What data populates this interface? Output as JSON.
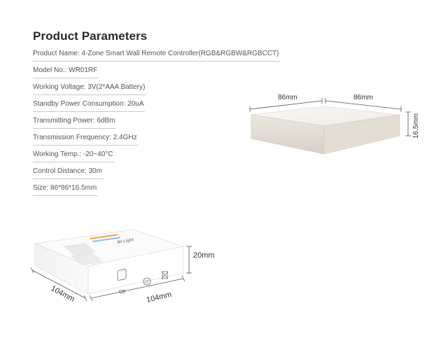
{
  "title": "Product Parameters",
  "parameters": [
    "Product Name: 4-Zone Smart Wall Remote Controller(RGB&RGBW&RGBCCT)",
    "Model No.: WR01RF",
    "Working Voltage: 3V(2*AAA Battery)",
    "Standby Power Consumption: 20uA",
    "Transmitting Power: 6dBm",
    "Transmission Frequency: 2.4GHz",
    "Working Temp.: -20~40°C",
    "Control Distance: 30m",
    "Size: 86*86*16.5mm"
  ],
  "device_dimensions": {
    "width_label": "86mm",
    "depth_label": "86mm",
    "height_label": "16.5mm"
  },
  "package_dimensions": {
    "height_label": "20mm",
    "width_label": "104mm",
    "depth_label": "104mm"
  },
  "package_marks": {
    "brand": "Mi·Light",
    "ce": "CE"
  }
}
